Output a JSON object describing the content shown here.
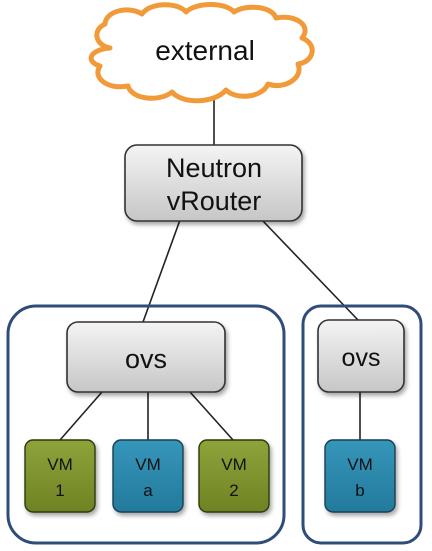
{
  "cloud": {
    "label": "external"
  },
  "router": {
    "line1": "Neutron",
    "line2": "vRouter"
  },
  "host_left": {
    "switch": "ovs",
    "vms": [
      {
        "line1": "VM",
        "line2": "1",
        "color": "#7b8f2a"
      },
      {
        "line1": "VM",
        "line2": "a",
        "color": "#2a86a8"
      },
      {
        "line1": "VM",
        "line2": "2",
        "color": "#7b8f2a"
      }
    ]
  },
  "host_right": {
    "switch": "ovs",
    "vms": [
      {
        "line1": "VM",
        "line2": "b",
        "color": "#2a86a8"
      }
    ]
  },
  "colors": {
    "cloud_stroke": "#f19a3a",
    "host_border": "#2f4d7a",
    "box_fill": "#d9d9d9",
    "olive_vm": "#7b8f2a",
    "blue_vm": "#2a86a8"
  }
}
